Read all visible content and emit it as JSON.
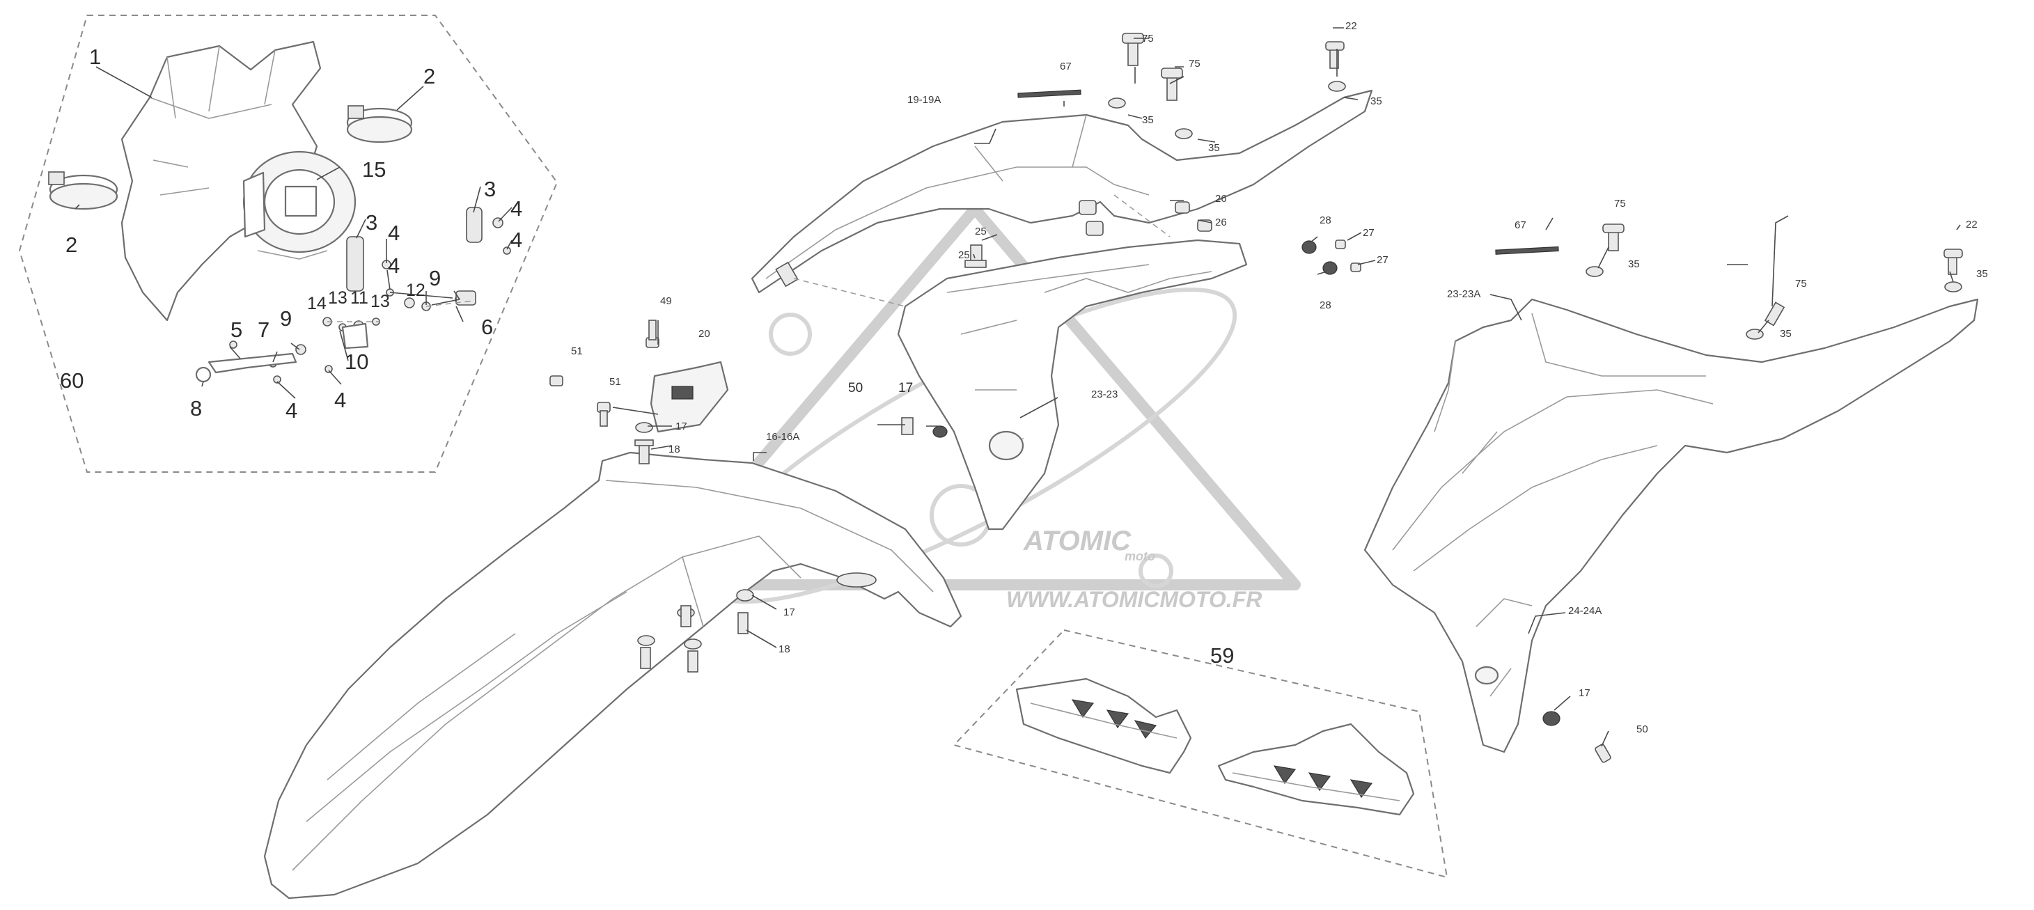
{
  "labels": {
    "l1": "1",
    "l2a": "2",
    "l2b": "2",
    "l3a": "3",
    "l3b": "3",
    "l4a": "4",
    "l4b": "4",
    "l4c": "4",
    "l4d": "4",
    "l4e": "4",
    "l4f": "4",
    "l5": "5",
    "l6": "6",
    "l7": "7",
    "l8": "8",
    "l9a": "9",
    "l9b": "9",
    "l10": "10",
    "l11": "11",
    "l12": "12",
    "l13a": "13",
    "l13b": "13",
    "l14": "14",
    "l15": "15",
    "l60": "60",
    "l49": "49",
    "l20": "20",
    "l51a": "51",
    "l51b": "51",
    "l17a": "17",
    "l18a": "18",
    "l16": "16-16A",
    "l17b": "17",
    "l18b": "18",
    "l50a": "50",
    "l17c": "17",
    "l2323": "23-23",
    "l19": "19-19A",
    "l67a": "67",
    "l75a": "75",
    "l75b": "75",
    "l22a": "22",
    "l35a": "35",
    "l35b": "35",
    "l35c": "35",
    "l26a": "26",
    "l26b": "26",
    "l25a": "25",
    "l25b": "25",
    "l28a": "28",
    "l27a": "27",
    "l27b": "27",
    "l28b": "28",
    "l67b": "67",
    "l75c": "75",
    "l22b": "22",
    "l35d": "35",
    "l35e": "35",
    "l35f": "35",
    "l2323a": "23-23A",
    "l75d": "75",
    "l2424a": "24-24A",
    "l17d": "17",
    "l50b": "50",
    "l59": "59"
  },
  "watermark": {
    "brand": "ATOMIC",
    "sub": "moto",
    "url": "WWW.ATOMICMOTO.FR"
  }
}
